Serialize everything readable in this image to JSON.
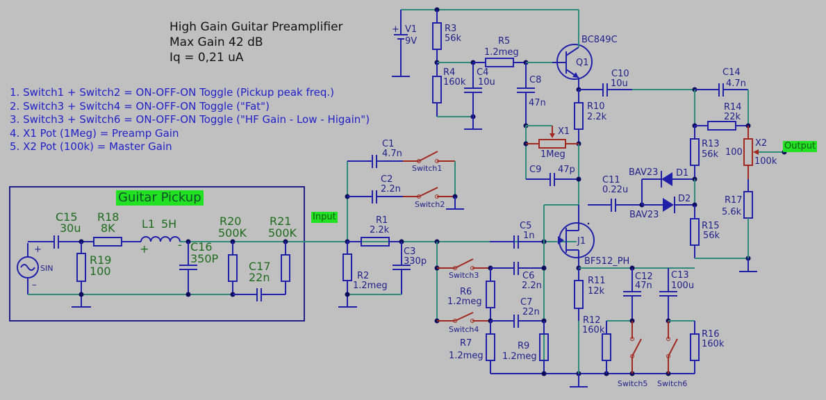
{
  "title": {
    "line1": "High Gain Guitar Preamplifier",
    "line2": "Max Gain 42 dB",
    "line3": "Iq = 0,21 uA"
  },
  "notes": [
    "1. Switch1 + Switch2 = ON-OFF-ON Toggle (Pickup peak freq.)",
    "2. Switch3 + Switch4 = ON-OFF-ON Toggle (\"Fat\")",
    "3. Switch3 + Switch6 = ON-OFF-ON Toggle (\"HF Gain - Low - Higain\")",
    "4. X1 Pot (1Meg) = Preamp Gain",
    "5. X2 Pot (100k) = Master Gain"
  ],
  "labels": {
    "guitar_pickup": "Guitar Pickup",
    "input": "Input",
    "output": "Output"
  },
  "colors": {
    "background": "#c0c0c0",
    "wire": "#2e8b7a",
    "component": "#1f1fa8",
    "switch": "#a0281e",
    "tag_bg": "#22e022",
    "notes_text": "#2020c8"
  },
  "components": {
    "V1": {
      "name": "V1",
      "value": "9V"
    },
    "R3": {
      "name": "R3",
      "value": "56k"
    },
    "R4": {
      "name": "R4",
      "value": "160k"
    },
    "C4": {
      "name": "C4",
      "value": "10u"
    },
    "R5": {
      "name": "R5",
      "value": "1.2meg"
    },
    "C8": {
      "name": "C8",
      "value": "47n"
    },
    "Q1": {
      "name": "Q1",
      "value": "BC849C"
    },
    "C10": {
      "name": "C10",
      "value": "10u"
    },
    "R10": {
      "name": "R10",
      "value": "2.2k"
    },
    "X1": {
      "name": "X1",
      "value": "1Meg"
    },
    "C9": {
      "name": "C9",
      "value": "47p"
    },
    "C11": {
      "name": "C11",
      "value": "0.22u"
    },
    "C14": {
      "name": "C14",
      "value": "4.7n"
    },
    "R14": {
      "name": "R14",
      "value": "22k"
    },
    "R13": {
      "name": "R13",
      "value": "56k"
    },
    "X2": {
      "name": "X2",
      "value": "100k",
      "setting": "100"
    },
    "D1": {
      "name": "D1",
      "value": "BAV23"
    },
    "D2": {
      "name": "D2",
      "value": "BAV23"
    },
    "R17": {
      "name": "R17",
      "value": "5.6k"
    },
    "R15": {
      "name": "R15",
      "value": "56k"
    },
    "C1": {
      "name": "C1",
      "value": "4.7n"
    },
    "C2": {
      "name": "C2",
      "value": "2.2n"
    },
    "R1": {
      "name": "R1",
      "value": "2.2k"
    },
    "C3": {
      "name": "C3",
      "value": "330p"
    },
    "R2": {
      "name": "R2",
      "value": "1.2meg"
    },
    "C5": {
      "name": "C5",
      "value": "1n"
    },
    "C6": {
      "name": "C6",
      "value": "2.2n"
    },
    "C7": {
      "name": "C7",
      "value": "22n"
    },
    "R6": {
      "name": "R6",
      "value": "1.2meg"
    },
    "R7": {
      "name": "R7",
      "value": "1.2meg"
    },
    "R9": {
      "name": "R9",
      "value": "1.2meg"
    },
    "J1": {
      "name": "J1",
      "value": "BF512_PH"
    },
    "R11": {
      "name": "R11",
      "value": "12k"
    },
    "R12": {
      "name": "R12",
      "value": "160k"
    },
    "C12": {
      "name": "C12",
      "value": "47n"
    },
    "C13": {
      "name": "C13",
      "value": "100u"
    },
    "R16": {
      "name": "R16",
      "value": "160k"
    },
    "C15": {
      "name": "C15",
      "value": "30u"
    },
    "R18": {
      "name": "R18",
      "value": "8K"
    },
    "L1": {
      "name": "L1",
      "value": "5H"
    },
    "R19": {
      "name": "R19",
      "value": "100"
    },
    "C16": {
      "name": "C16",
      "value": "350P"
    },
    "R20": {
      "name": "R20",
      "value": "500K"
    },
    "R21": {
      "name": "R21",
      "value": "500K"
    },
    "C17": {
      "name": "C17",
      "value": "22n"
    },
    "SIN": {
      "name": "SIN"
    }
  },
  "switches": [
    "Switch1",
    "Switch2",
    "Switch3",
    "Switch4",
    "Switch5",
    "Switch6"
  ]
}
